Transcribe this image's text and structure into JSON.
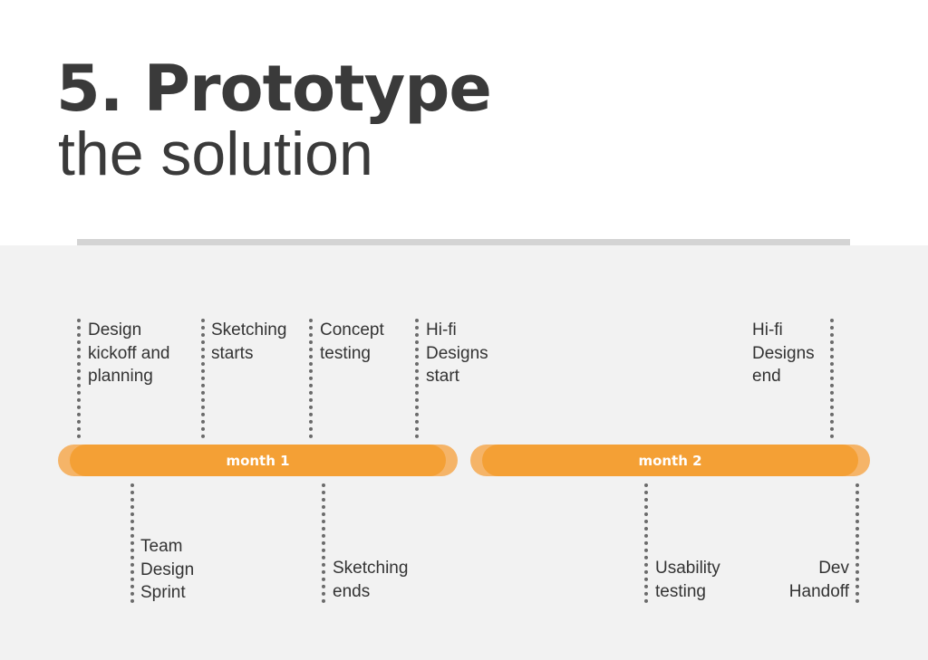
{
  "title": {
    "line1": "5. Prototype",
    "line2": "the solution"
  },
  "timeline": {
    "bars": [
      {
        "label": "month 1"
      },
      {
        "label": "month 2"
      }
    ],
    "top_milestones": [
      "Design\nkickoff and\nplanning",
      "Sketching\nstarts",
      "Concept\ntesting",
      "Hi-fi\nDesigns\nstart",
      "Hi-fi\nDesigns\nend"
    ],
    "bottom_milestones": [
      "Team\nDesign\nSprint",
      "Sketching\nends",
      "Usability\ntesting",
      "Dev\nHandoff"
    ]
  },
  "colors": {
    "bar": "#f4a035",
    "bar_edge": "#f5b468",
    "panel": "#f2f2f2",
    "text": "#3a3a3a"
  }
}
